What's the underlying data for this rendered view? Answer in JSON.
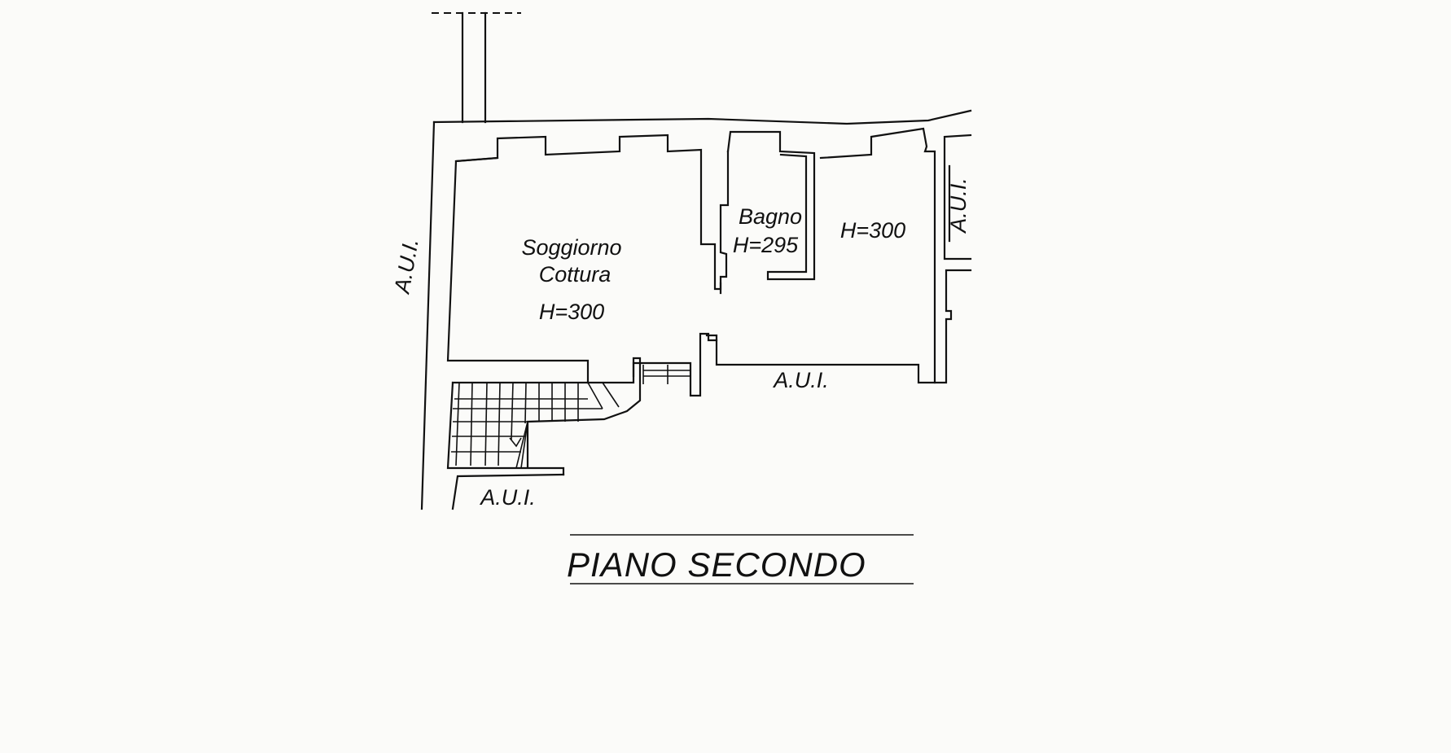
{
  "floor_title": "PIANO SECONDO",
  "rooms": {
    "soggiorno": {
      "name_line1": "Soggiorno",
      "name_line2": "Cottura",
      "height": "H=300"
    },
    "bagno": {
      "name": "Bagno",
      "height": "H=295"
    },
    "camera": {
      "height": "H=300"
    }
  },
  "adjacent_labels": {
    "left": "A.U.I.",
    "right": "A.U.I.",
    "middle": "A.U.I.",
    "bottom": "A.U.I."
  },
  "line_color": "#111111",
  "background_color": "#fbfbf9"
}
